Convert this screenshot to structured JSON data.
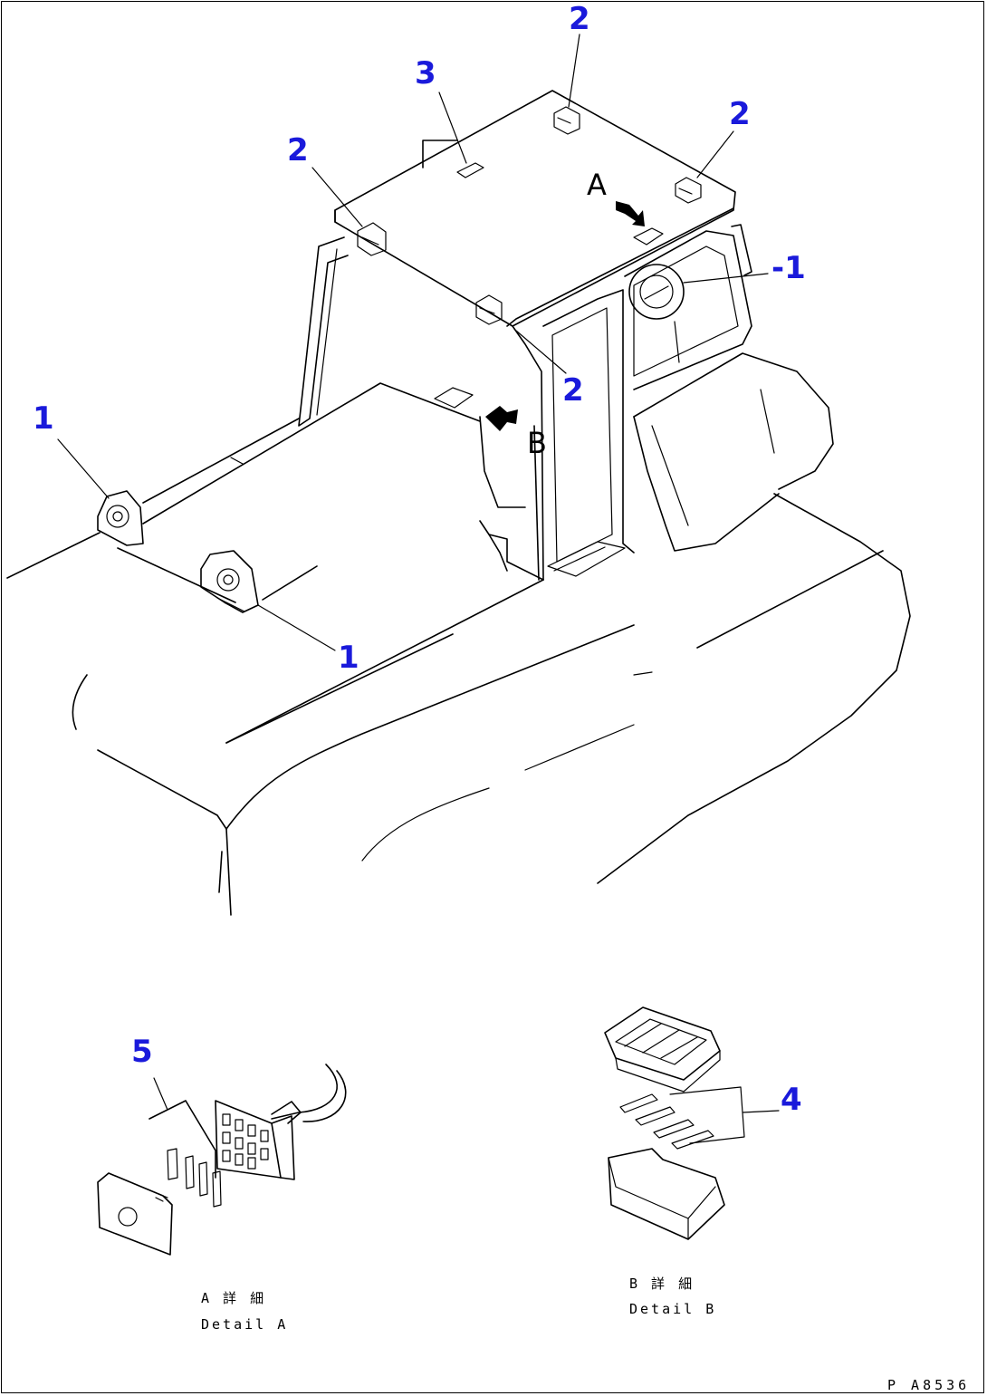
{
  "callouts": {
    "c1_left": "1",
    "c1_front": "1",
    "c1_right": "-1",
    "c2_top": "2",
    "c2_right": "2",
    "c2_left": "2",
    "c2_mid": "2",
    "c3": "3",
    "c4": "4",
    "c5": "5"
  },
  "view_letters": {
    "a": "A",
    "b": "B"
  },
  "captions": {
    "detail_a_line1": "A 詳 細",
    "detail_a_line2": "Detail A",
    "detail_b_line1": "B 詳 細",
    "detail_b_line2": "Detail B"
  },
  "drawing_code": "P_A8536",
  "colors": {
    "callout": "#1a1adb",
    "line": "#000000"
  }
}
